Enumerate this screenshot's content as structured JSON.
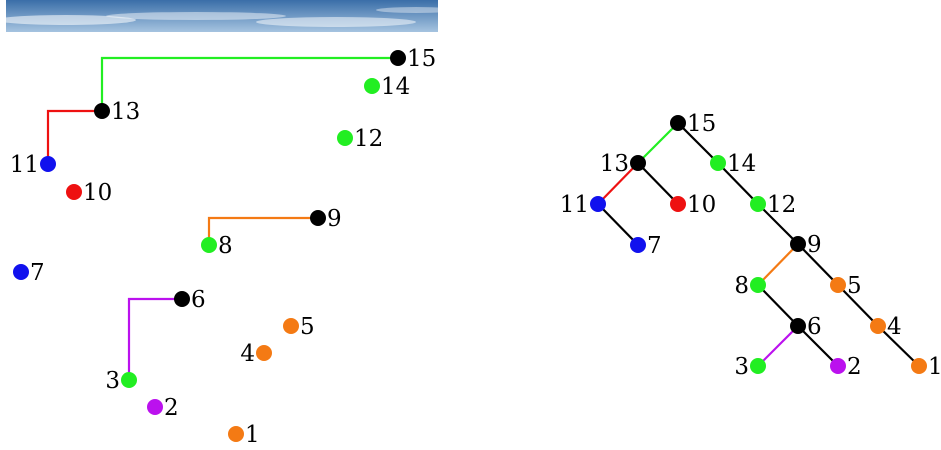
{
  "colors": {
    "black": "#000000",
    "green": "#22ee22",
    "red": "#ee1111",
    "blue": "#1111ee",
    "orange": "#f47a14",
    "purple": "#bb11ee",
    "sky_top": "#3a6ea8",
    "sky_bottom": "#a6c4e0"
  },
  "banner": {
    "icon": "sky-clouds-image"
  },
  "left_panel": {
    "nodes": [
      {
        "id": "15",
        "label": "15",
        "color": "black"
      },
      {
        "id": "14",
        "label": "14",
        "color": "green"
      },
      {
        "id": "13",
        "label": "13",
        "color": "black"
      },
      {
        "id": "12",
        "label": "12",
        "color": "green"
      },
      {
        "id": "11",
        "label": "11",
        "color": "blue"
      },
      {
        "id": "10",
        "label": "10",
        "color": "red"
      },
      {
        "id": "9",
        "label": "9",
        "color": "black"
      },
      {
        "id": "8",
        "label": "8",
        "color": "green"
      },
      {
        "id": "7",
        "label": "7",
        "color": "blue"
      },
      {
        "id": "6",
        "label": "6",
        "color": "black"
      },
      {
        "id": "5",
        "label": "5",
        "color": "orange"
      },
      {
        "id": "4",
        "label": "4",
        "color": "orange"
      },
      {
        "id": "3",
        "label": "3",
        "color": "green"
      },
      {
        "id": "2",
        "label": "2",
        "color": "purple"
      },
      {
        "id": "1",
        "label": "1",
        "color": "orange"
      }
    ],
    "links": [
      {
        "from": "15",
        "to": "13",
        "color": "green"
      },
      {
        "from": "13",
        "to": "11",
        "color": "red"
      },
      {
        "from": "9",
        "to": "8",
        "color": "orange"
      },
      {
        "from": "6",
        "to": "3",
        "color": "purple"
      }
    ]
  },
  "right_panel": {
    "nodes": [
      {
        "id": "15",
        "label": "15",
        "color": "black"
      },
      {
        "id": "13",
        "label": "13",
        "color": "black"
      },
      {
        "id": "14",
        "label": "14",
        "color": "green"
      },
      {
        "id": "11",
        "label": "11",
        "color": "blue"
      },
      {
        "id": "10",
        "label": "10",
        "color": "red"
      },
      {
        "id": "12",
        "label": "12",
        "color": "green"
      },
      {
        "id": "7",
        "label": "7",
        "color": "blue"
      },
      {
        "id": "9",
        "label": "9",
        "color": "black"
      },
      {
        "id": "8",
        "label": "8",
        "color": "green"
      },
      {
        "id": "5",
        "label": "5",
        "color": "orange"
      },
      {
        "id": "6",
        "label": "6",
        "color": "black"
      },
      {
        "id": "4",
        "label": "4",
        "color": "orange"
      },
      {
        "id": "3",
        "label": "3",
        "color": "green"
      },
      {
        "id": "2",
        "label": "2",
        "color": "purple"
      },
      {
        "id": "1",
        "label": "1",
        "color": "orange"
      }
    ],
    "edges": [
      {
        "from": "15",
        "to": "13",
        "color": "green"
      },
      {
        "from": "15",
        "to": "14",
        "color": "black"
      },
      {
        "from": "13",
        "to": "11",
        "color": "red"
      },
      {
        "from": "13",
        "to": "10",
        "color": "black"
      },
      {
        "from": "14",
        "to": "12",
        "color": "black"
      },
      {
        "from": "11",
        "to": "7",
        "color": "black"
      },
      {
        "from": "12",
        "to": "9",
        "color": "black"
      },
      {
        "from": "9",
        "to": "8",
        "color": "orange"
      },
      {
        "from": "9",
        "to": "5",
        "color": "black"
      },
      {
        "from": "8",
        "to": "6",
        "color": "black"
      },
      {
        "from": "5",
        "to": "4",
        "color": "black"
      },
      {
        "from": "6",
        "to": "3",
        "color": "purple"
      },
      {
        "from": "6",
        "to": "2",
        "color": "black"
      },
      {
        "from": "4",
        "to": "1",
        "color": "black"
      }
    ]
  }
}
